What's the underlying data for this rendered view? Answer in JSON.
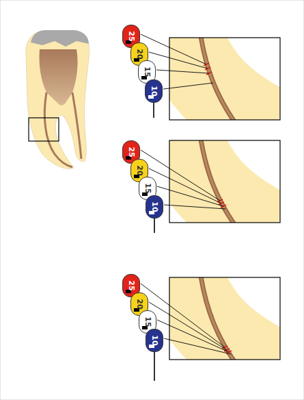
{
  "diagram": {
    "nodes": [
      {
        "text": [
          "25"
        ]
      },
      {
        "text": [
          "20"
        ]
      },
      {
        "text": [
          "15"
        ]
      },
      {
        "text": [
          "10"
        ]
      },
      {
        "text": [
          "25"
        ]
      },
      {
        "text": [
          "20"
        ]
      },
      {
        "text": [
          "15"
        ]
      },
      {
        "text": [
          "10"
        ]
      },
      {
        "text": [
          "25"
        ]
      },
      {
        "text": [
          "20"
        ]
      },
      {
        "text": [
          "15"
        ]
      },
      {
        "text": [
          "10"
        ]
      }
    ]
  }
}
